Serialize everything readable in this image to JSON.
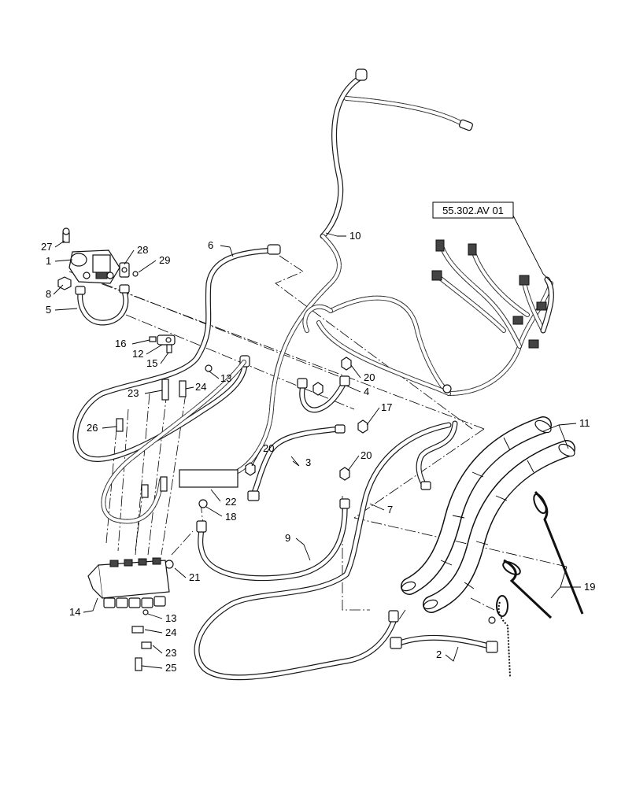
{
  "reference_box": {
    "label": "55.302.AV 01"
  },
  "callouts": [
    {
      "id": "c10",
      "text": "10"
    },
    {
      "id": "c27",
      "text": "27"
    },
    {
      "id": "c1",
      "text": "1"
    },
    {
      "id": "c28",
      "text": "28"
    },
    {
      "id": "c29",
      "text": "29"
    },
    {
      "id": "c6",
      "text": "6"
    },
    {
      "id": "c8",
      "text": "8"
    },
    {
      "id": "c5",
      "text": "5"
    },
    {
      "id": "c16",
      "text": "16"
    },
    {
      "id": "c12",
      "text": "12"
    },
    {
      "id": "c15",
      "text": "15"
    },
    {
      "id": "c13a",
      "text": "13"
    },
    {
      "id": "c23a",
      "text": "23"
    },
    {
      "id": "c24a",
      "text": "24"
    },
    {
      "id": "c20a",
      "text": "20"
    },
    {
      "id": "c4",
      "text": "4"
    },
    {
      "id": "c17",
      "text": "17"
    },
    {
      "id": "c26",
      "text": "26"
    },
    {
      "id": "c20b",
      "text": "20"
    },
    {
      "id": "c3",
      "text": "3"
    },
    {
      "id": "c20c",
      "text": "20"
    },
    {
      "id": "c11",
      "text": "11"
    },
    {
      "id": "c22",
      "text": "22"
    },
    {
      "id": "c18",
      "text": "18"
    },
    {
      "id": "c7",
      "text": "7"
    },
    {
      "id": "c9",
      "text": "9"
    },
    {
      "id": "c21",
      "text": "21"
    },
    {
      "id": "c19",
      "text": "19"
    },
    {
      "id": "c14",
      "text": "14"
    },
    {
      "id": "c13b",
      "text": "13"
    },
    {
      "id": "c24b",
      "text": "24"
    },
    {
      "id": "c23b",
      "text": "23"
    },
    {
      "id": "c25",
      "text": "25"
    },
    {
      "id": "c2",
      "text": "2"
    }
  ]
}
